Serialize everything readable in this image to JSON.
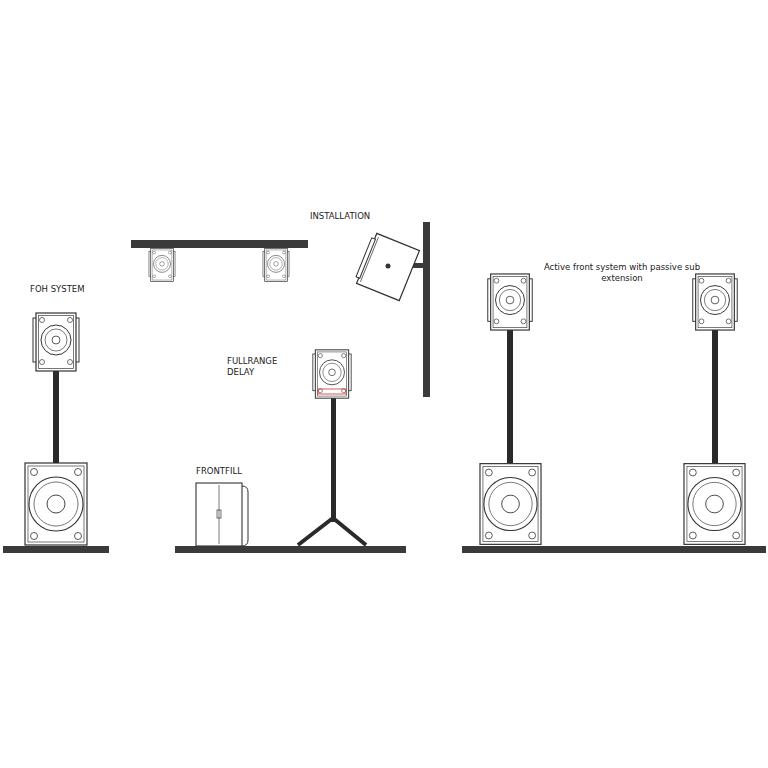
{
  "diagram": {
    "labels": [
      "FOH SYSTEM",
      "INSTALLATION",
      "FULLRANGE DELAY",
      "FRONTFILL",
      "Active front system with passive sub extension"
    ]
  }
}
